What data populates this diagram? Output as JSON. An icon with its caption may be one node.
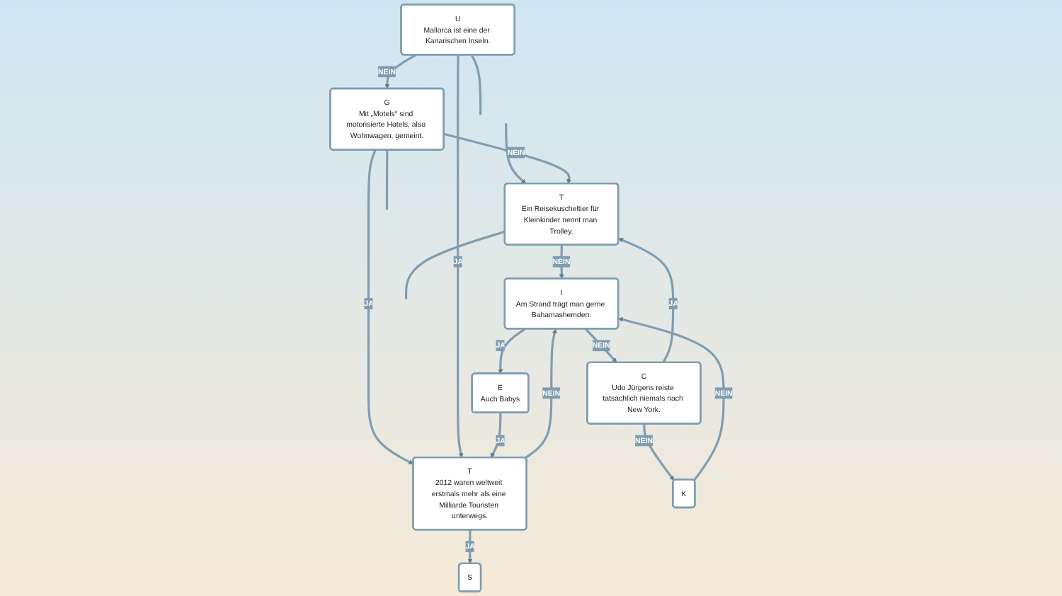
{
  "diagram": {
    "nodes": [
      {
        "text": [
          "T",
          "Ein Reisekuscheltier für Kleinkinder nennt man Trolley."
        ]
      },
      {
        "text": [
          "G",
          "Mit „Motels“ sind motorisierte Hotels, also Wohnwagen, gemeint."
        ]
      },
      {
        "text": [
          "U",
          "Mallorca ist eine der Kanarischen Inseln."
        ]
      },
      {
        "text": [
          "C",
          "Udo Jürgens reiste tatsächlich niemals nach New York."
        ]
      },
      {
        "text": [
          "I",
          "Am Strand trägt man gerne Bahamashemden."
        ]
      },
      {
        "text": [
          "T",
          "2012 waren weltweit erstmals mehr als eine Milliarde Touristen unterwegs."
        ]
      },
      {
        "text": [
          "K"
        ]
      },
      {
        "text": [
          "E",
          "Auch Babys"
        ]
      },
      {
        "text": [
          "S"
        ]
      }
    ],
    "edges": [
      {
        "from": null,
        "to": 0,
        "arrow": "to"
      },
      {
        "from": 0,
        "to": null,
        "arrow": "none"
      },
      {
        "from": 1,
        "to": null,
        "arrow": "none"
      },
      {
        "from": 2,
        "to": null,
        "arrow": "none"
      },
      {
        "from": 1,
        "to": 0,
        "arrow": "to",
        "label": "NEIN"
      },
      {
        "from": 2,
        "to": 1,
        "arrow": "to",
        "label": "NEIN"
      },
      {
        "from": 3,
        "to": 0,
        "arrow": "to",
        "label": "JA"
      },
      {
        "from": 0,
        "to": 4,
        "arrow": "to",
        "label": "NEIN"
      },
      {
        "from": 1,
        "to": 5,
        "arrow": "to",
        "label": "JA"
      },
      {
        "from": 2,
        "to": 5,
        "arrow": "to",
        "label": "JA"
      },
      {
        "from": 4,
        "to": 3,
        "arrow": "to",
        "label": "NEIN"
      },
      {
        "from": 5,
        "to": 4,
        "arrow": "to",
        "label": "NEIN"
      },
      {
        "from": 3,
        "to": 6,
        "arrow": "to",
        "label": "NEIN"
      },
      {
        "from": 6,
        "to": 4,
        "arrow": "to",
        "label": "NEIN"
      },
      {
        "from": 4,
        "to": 7,
        "arrow": "to",
        "label": "JA"
      },
      {
        "from": 7,
        "to": 5,
        "arrow": "to",
        "label": "JA"
      },
      {
        "from": 5,
        "to": 8,
        "arrow": "to",
        "label": "JA"
      }
    ]
  }
}
